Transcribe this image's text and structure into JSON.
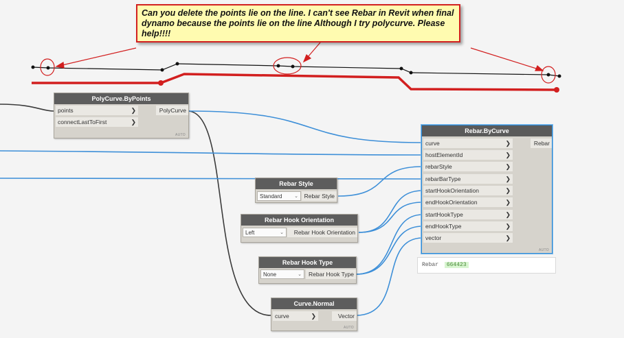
{
  "callout": {
    "text": "Can you delete the points lie on the line. I can't see Rebar in Revit when final dynamo because the points lie on the line Although I try polycurve. Please help!!!!"
  },
  "nodes": {
    "polycurve": {
      "title": "PolyCurve.ByPoints",
      "inputs": [
        "points",
        "connectLastToFirst"
      ],
      "output": "PolyCurve",
      "badge": "AUTO"
    },
    "rebar_by_curve": {
      "title": "Rebar.ByCurve",
      "inputs": [
        "curve",
        "hostElementId",
        "rebarStyle",
        "rebarBarType",
        "startHookOrientation",
        "endHookOrientation",
        "startHookType",
        "endHookType",
        "vector"
      ],
      "output": "Rebar",
      "badge": "AUTO"
    },
    "rebar_style": {
      "title": "Rebar Style",
      "selected": "Standard",
      "output": "Rebar Style"
    },
    "hook_orientation": {
      "title": "Rebar Hook Orientation",
      "selected": "Left",
      "output": "Rebar Hook Orientation"
    },
    "hook_type": {
      "title": "Rebar Hook Type",
      "selected": "None",
      "output": "Rebar Hook Type"
    },
    "curve_normal": {
      "title": "Curve.Normal",
      "input": "curve",
      "output": "Vector",
      "badge": "AUTO"
    }
  },
  "preview": {
    "label": "Rebar",
    "value": "664423"
  },
  "colors": {
    "wire_blue": "#3d8fd8",
    "wire_dark": "#3a3a3a",
    "annotation_red": "#d21f1f",
    "callout_bg": "#fffbb0"
  }
}
